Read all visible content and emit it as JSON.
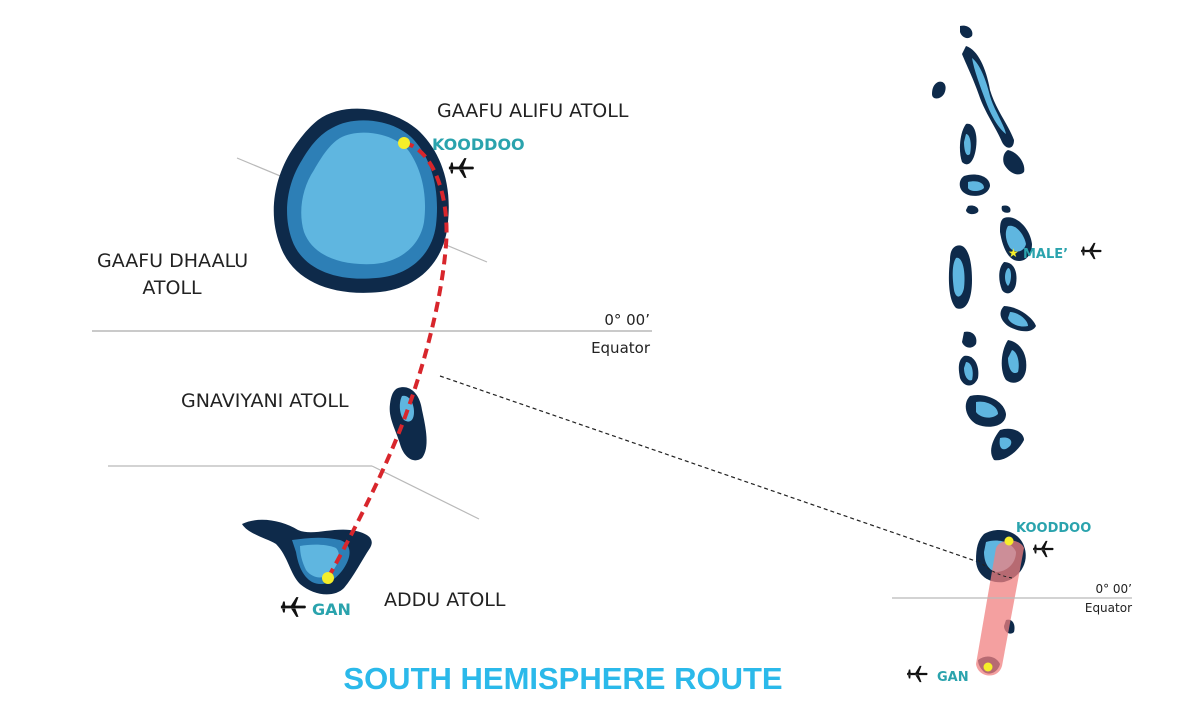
{
  "title": "SOUTH HEMISPHERE ROUTE",
  "colors": {
    "atoll_outer": "#0e2a4a",
    "atoll_mid": "#2d7fb6",
    "atoll_inner": "#5fb6e0",
    "route": "#d8262c",
    "airport_dot": "#f5ee2a",
    "label_teal": "#2aa3ad",
    "title_blue": "#2bb9ea",
    "highlight": "#f08080"
  },
  "detail": {
    "atolls": {
      "gaafu_alifu": "GAAFU ALIFU ATOLL",
      "gaafu_dhaalu_line1": "GAAFU DHAALU",
      "gaafu_dhaalu_line2": "ATOLL",
      "gnaviyani": "GNAVIYANI ATOLL",
      "addu": "ADDU ATOLL"
    },
    "airports": {
      "kooddoo": "KOODDOO",
      "gan": "GAN"
    },
    "equator": {
      "coord": "0° 00’",
      "label": "Equator"
    }
  },
  "overview": {
    "airports": {
      "male": "MALE’",
      "kooddoo": "KOODDOO",
      "gan": "GAN"
    },
    "equator": {
      "coord": "0° 00’",
      "label": "Equator"
    }
  },
  "icons": [
    "airplane-icon",
    "airport-dot",
    "star-icon"
  ]
}
